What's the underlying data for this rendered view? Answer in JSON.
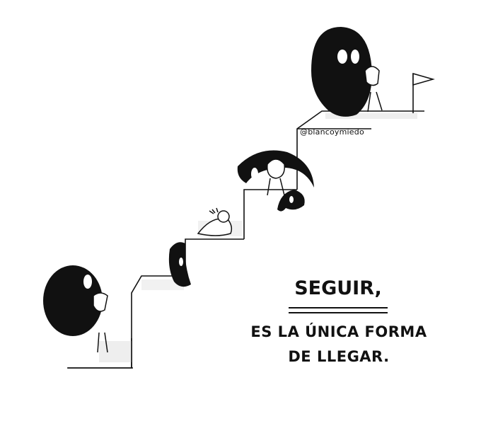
{
  "credit": "@blancoymiedo",
  "caption": {
    "title": "SEGUIR,",
    "line1": "ES LA ÚNICA FORMA",
    "line2": "DE LLEGAR."
  },
  "colors": {
    "ink": "#111111",
    "paper": "#ffffff"
  }
}
